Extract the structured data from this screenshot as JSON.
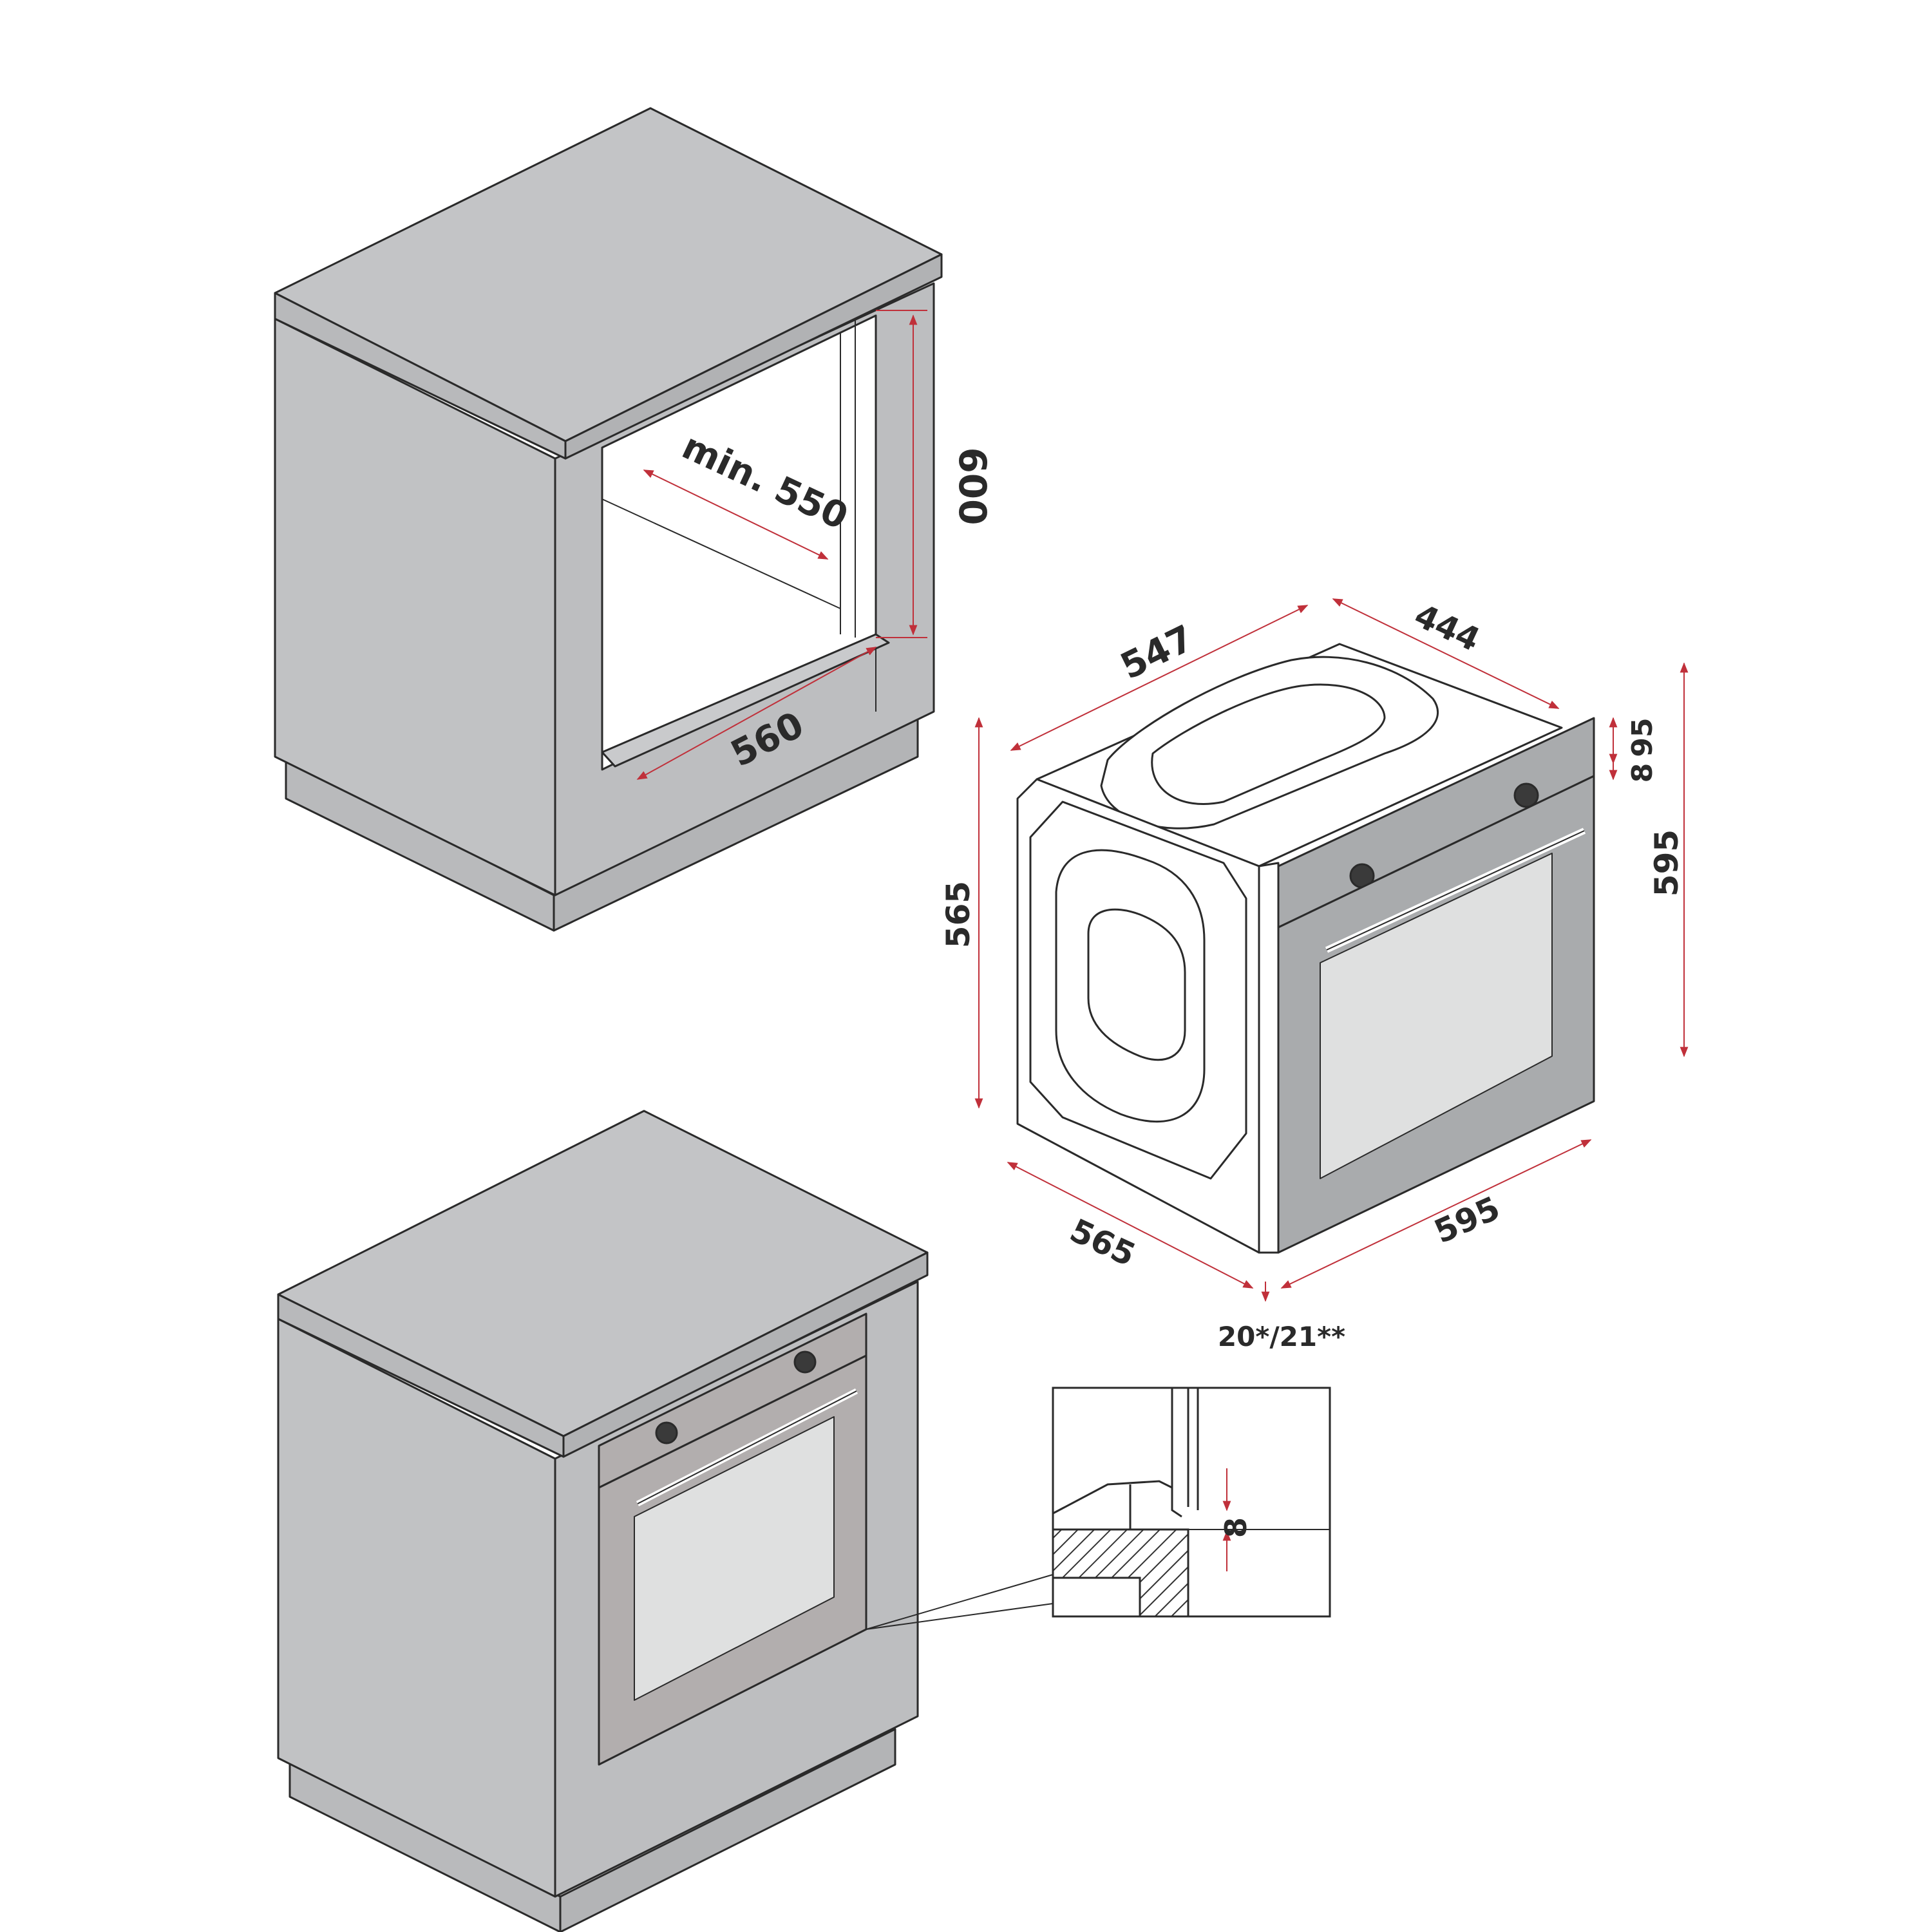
{
  "cabinet_opening": {
    "depth_min": "min. 550",
    "width": "560",
    "height": "600"
  },
  "oven_dimensions": {
    "top_depth": "547",
    "top_width": "444",
    "side_height": "565",
    "bottom_depth": "565",
    "front_width": "595",
    "front_height": "595",
    "panel_top": "95",
    "panel_gap": "8",
    "front_thickness": "20*/21**"
  },
  "detail_view": {
    "gap": "8"
  },
  "colors": {
    "cabinet": "#c1c2c4",
    "cabinet_dark": "#b6b7b9",
    "outline": "#2a2a2a",
    "dimension_line": "#c0303a",
    "oven_front": "#a9abad",
    "oven_glass": "#dfe0e0",
    "fitted_oven_front": "#b2aeae",
    "hatch": "#333333"
  }
}
